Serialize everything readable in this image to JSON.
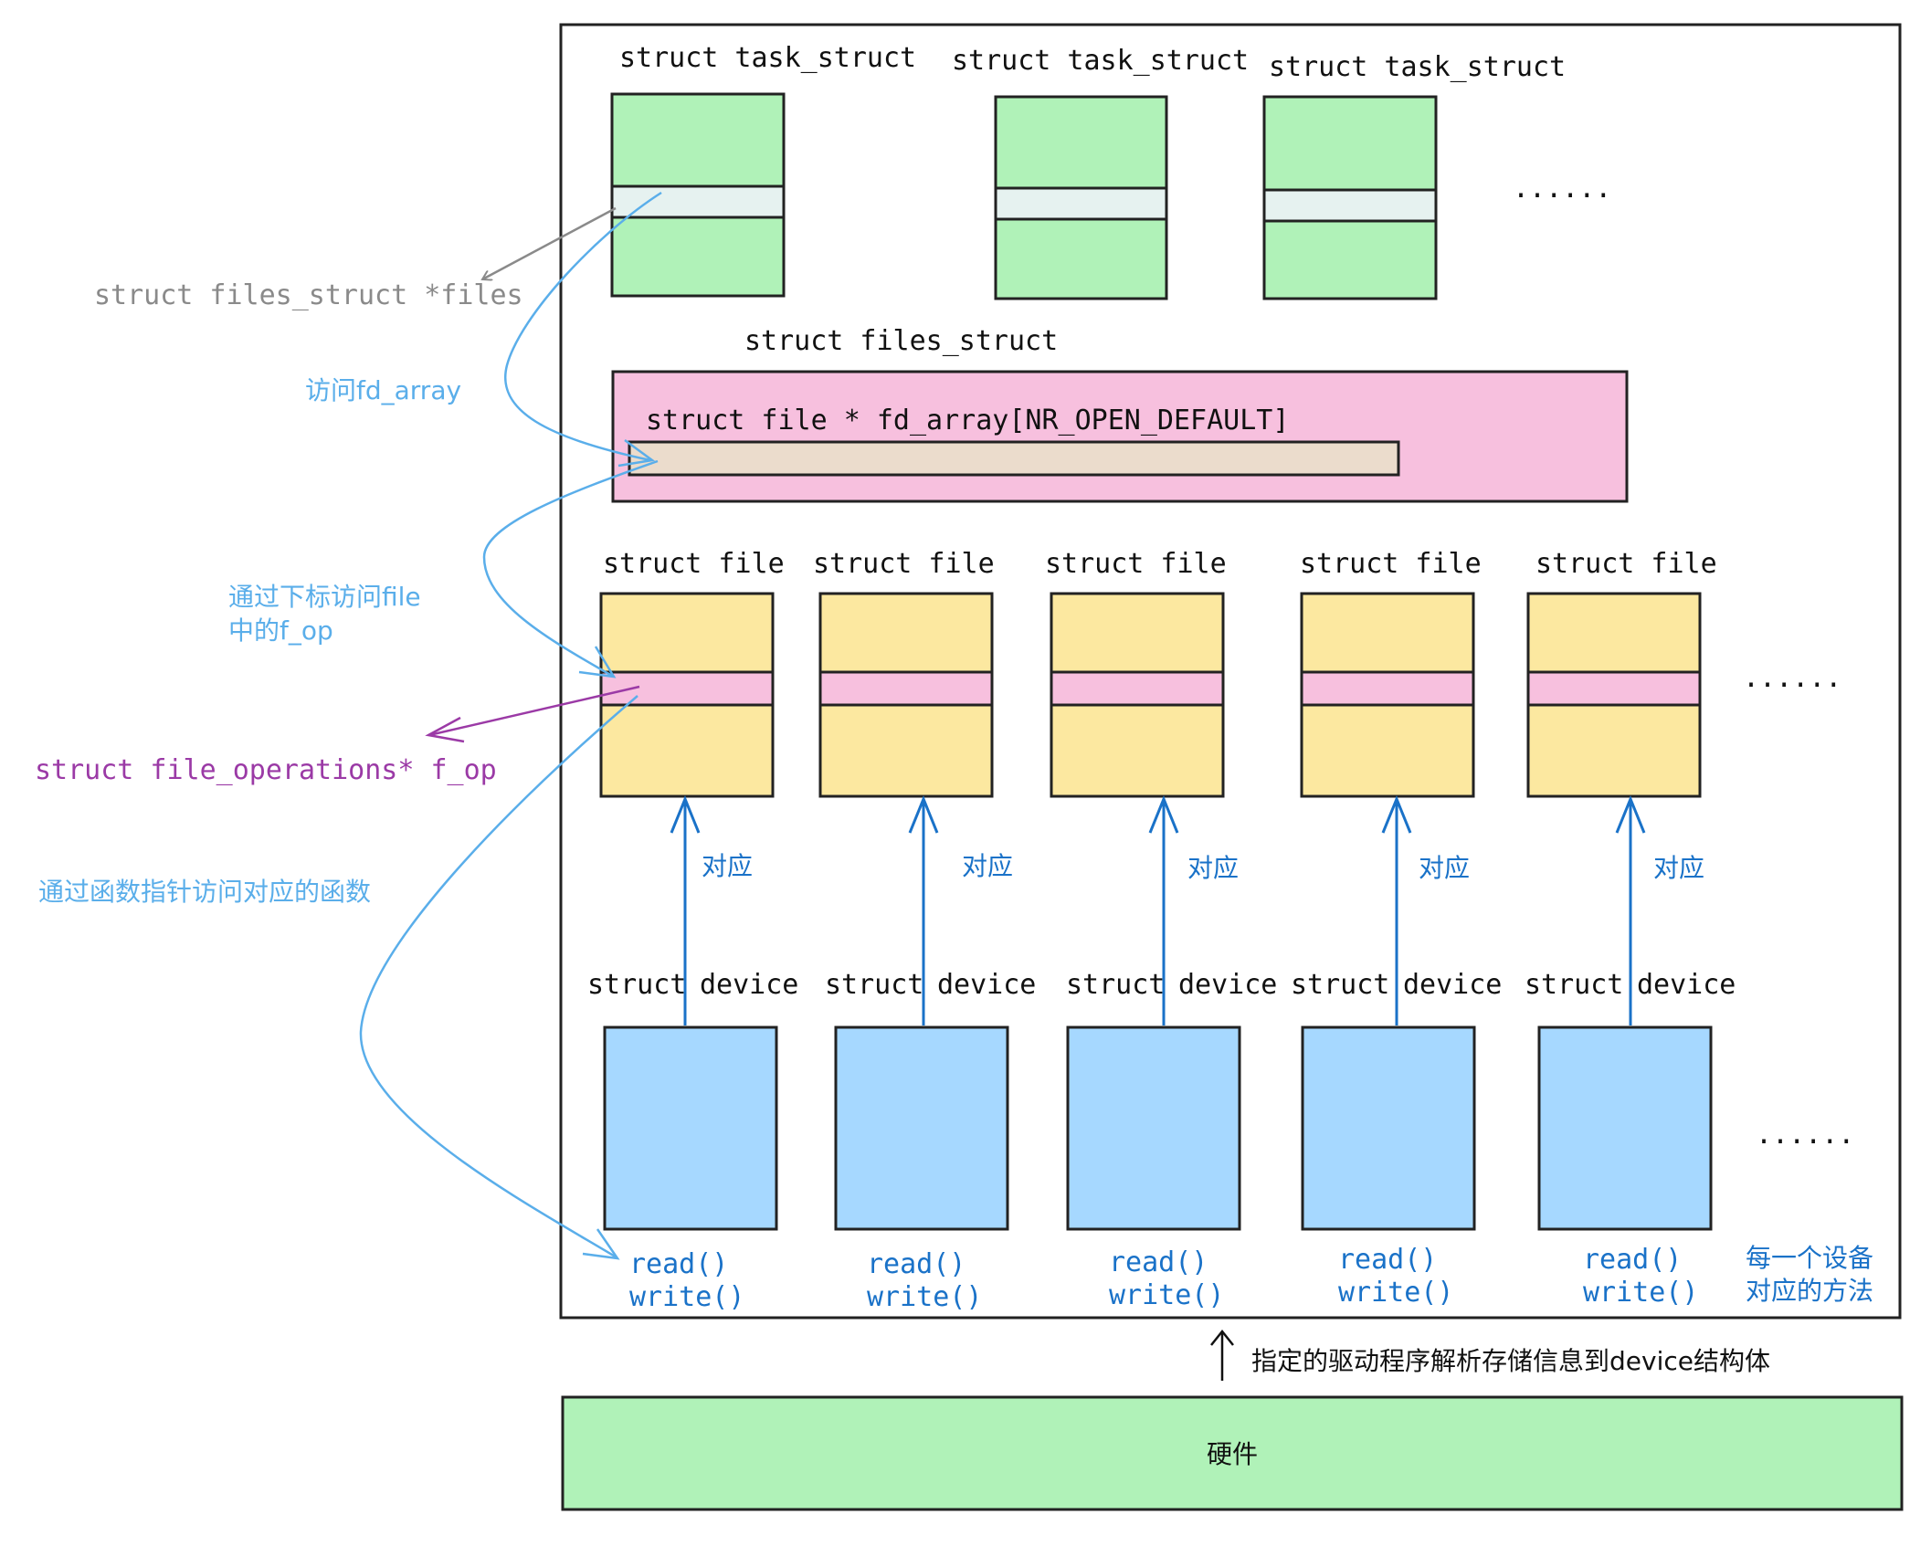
{
  "task_structs": {
    "label": "struct task_struct",
    "ellipsis": "......"
  },
  "files_struct": {
    "title": "struct files_struct",
    "fd_array_label": "struct file * fd_array[NR_OPEN_DEFAULT]"
  },
  "files": {
    "label": "struct file",
    "ellipsis": "......"
  },
  "mapping_label": "对应",
  "devices": {
    "label_struct": "struct",
    "label_device": "device",
    "read": "read()",
    "write": "write()",
    "ellipsis": "......",
    "methods_note_line1": "每一个设备",
    "methods_note_line2": "对应的方法"
  },
  "annotations": {
    "files_pointer": "struct files_struct *files",
    "access_fd_array": "访问fd_array",
    "access_by_index_line1": "通过下标访问file",
    "access_by_index_line2": "中的f_op",
    "f_op": "struct file_operations* f_op",
    "access_via_fn_ptr": "通过函数指针访问对应的函数",
    "driver_note": "指定的驱动程序解析存储信息到device结构体"
  },
  "hardware": {
    "label": "硬件"
  },
  "colors": {
    "task_green": "#b0f2b8",
    "slot_light": "#e6f2f0",
    "files_pink": "#f7c0de",
    "fd_array_bar": "#ebdccc",
    "file_yellow": "#fce8a0",
    "device_blue": "#a6d8ff",
    "arrow_blue": "#5aaeea",
    "dark_blue": "#1a72c8",
    "purple": "#9b3aa6",
    "gray": "#8a8a8a"
  }
}
